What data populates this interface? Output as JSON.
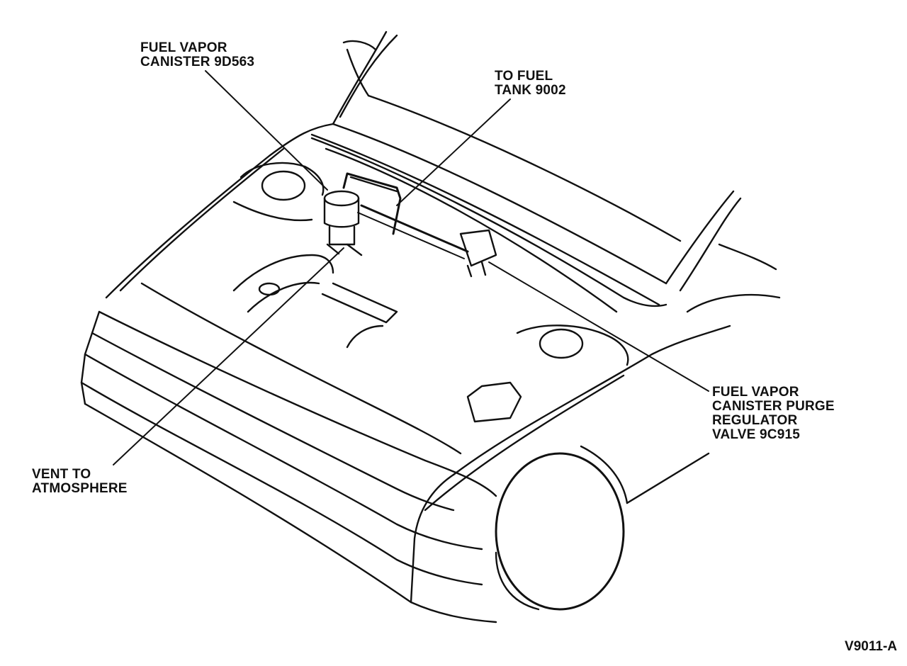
{
  "labels": {
    "fuel_vapor_canister": [
      "FUEL VAPOR",
      "CANISTER 9D563"
    ],
    "to_fuel_tank": [
      "TO FUEL",
      "TANK 9002"
    ],
    "purge_regulator_valve": [
      "FUEL VAPOR",
      "CANISTER PURGE",
      "REGULATOR",
      "VALVE 9C915"
    ],
    "vent_to_atmosphere": [
      "VENT TO",
      "ATMOSPHERE"
    ]
  },
  "figure_id": "V9011-A",
  "colors": {
    "ink": "#111111",
    "paper": "#ffffff"
  }
}
